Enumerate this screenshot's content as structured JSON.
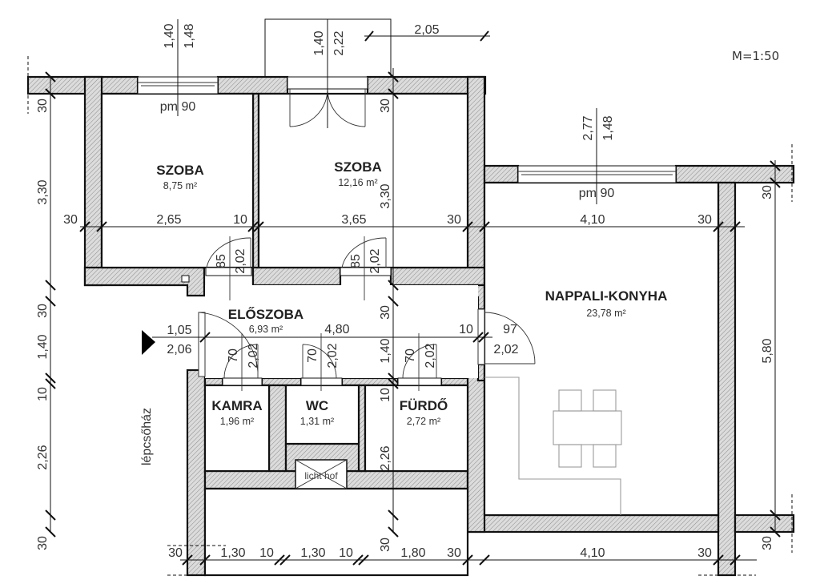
{
  "plan": {
    "scale": "M=1:50",
    "staircase_label": "lépcsőház",
    "lightwell_label": "licht hof",
    "rooms": [
      {
        "id": "szoba1",
        "name": "SZOBA",
        "area": "8,75 m²"
      },
      {
        "id": "szoba2",
        "name": "SZOBA",
        "area": "12,16 m²"
      },
      {
        "id": "nappali",
        "name": "NAPPALI-KONYHA",
        "area": "23,78 m²"
      },
      {
        "id": "eloszoba",
        "name": "ELŐSZOBA",
        "area": "6,93 m²"
      },
      {
        "id": "kamra",
        "name": "KAMRA",
        "area": "1,96 m²"
      },
      {
        "id": "wc",
        "name": "WC",
        "area": "1,31 m²"
      },
      {
        "id": "furdo",
        "name": "FÜRDŐ",
        "area": "2,72 m²"
      }
    ],
    "windows": [
      {
        "id": "w1",
        "parapet": "pm 90",
        "width": "1,40",
        "height": "1,48"
      },
      {
        "id": "balcony-door",
        "width": "1,40",
        "height": "2,22"
      },
      {
        "id": "w2",
        "parapet": "pm 90",
        "width": "2,77",
        "height": "1,48"
      }
    ],
    "doors": [
      {
        "id": "d-szoba1",
        "width": "85",
        "height": "2,02"
      },
      {
        "id": "d-szoba2",
        "width": "85",
        "height": "2,02"
      },
      {
        "id": "d-entrance",
        "width": "1,05",
        "height": "2,06"
      },
      {
        "id": "d-kamra",
        "width": "70",
        "height": "2,02"
      },
      {
        "id": "d-wc",
        "width": "70",
        "height": "2,02"
      },
      {
        "id": "d-furdo",
        "width": "70",
        "height": "2,02"
      },
      {
        "id": "d-nappali",
        "width": "97",
        "height": "2,02"
      }
    ],
    "dimensions": {
      "balcony_offset": "2,05",
      "row_top": [
        "30",
        "2,65",
        "10",
        "3,65",
        "30",
        "4,10",
        "30"
      ],
      "hall": [
        "4,80",
        "10"
      ],
      "row_bottom": [
        "30",
        "1,30",
        "10",
        "1,30",
        "10",
        "1,80",
        "30",
        "4,10",
        "30"
      ],
      "left_chain": [
        "30",
        "3,30",
        "30",
        "1,40",
        "10",
        "2,26",
        "30"
      ],
      "mid_chain": [
        "30",
        "3,30",
        "30",
        "1,40",
        "10",
        "2,26",
        "30"
      ],
      "right_chain": [
        "30",
        "5,80",
        "30"
      ]
    }
  }
}
